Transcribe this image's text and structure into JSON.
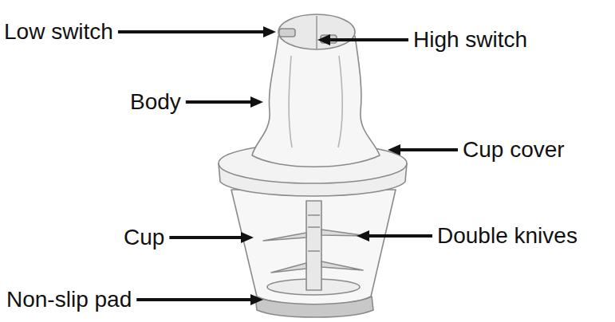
{
  "diagram": {
    "labels": [
      "Low switch",
      "High switch",
      "Body",
      "Cup cover",
      "Cup",
      "Double knives",
      "Non-slip pad"
    ]
  }
}
